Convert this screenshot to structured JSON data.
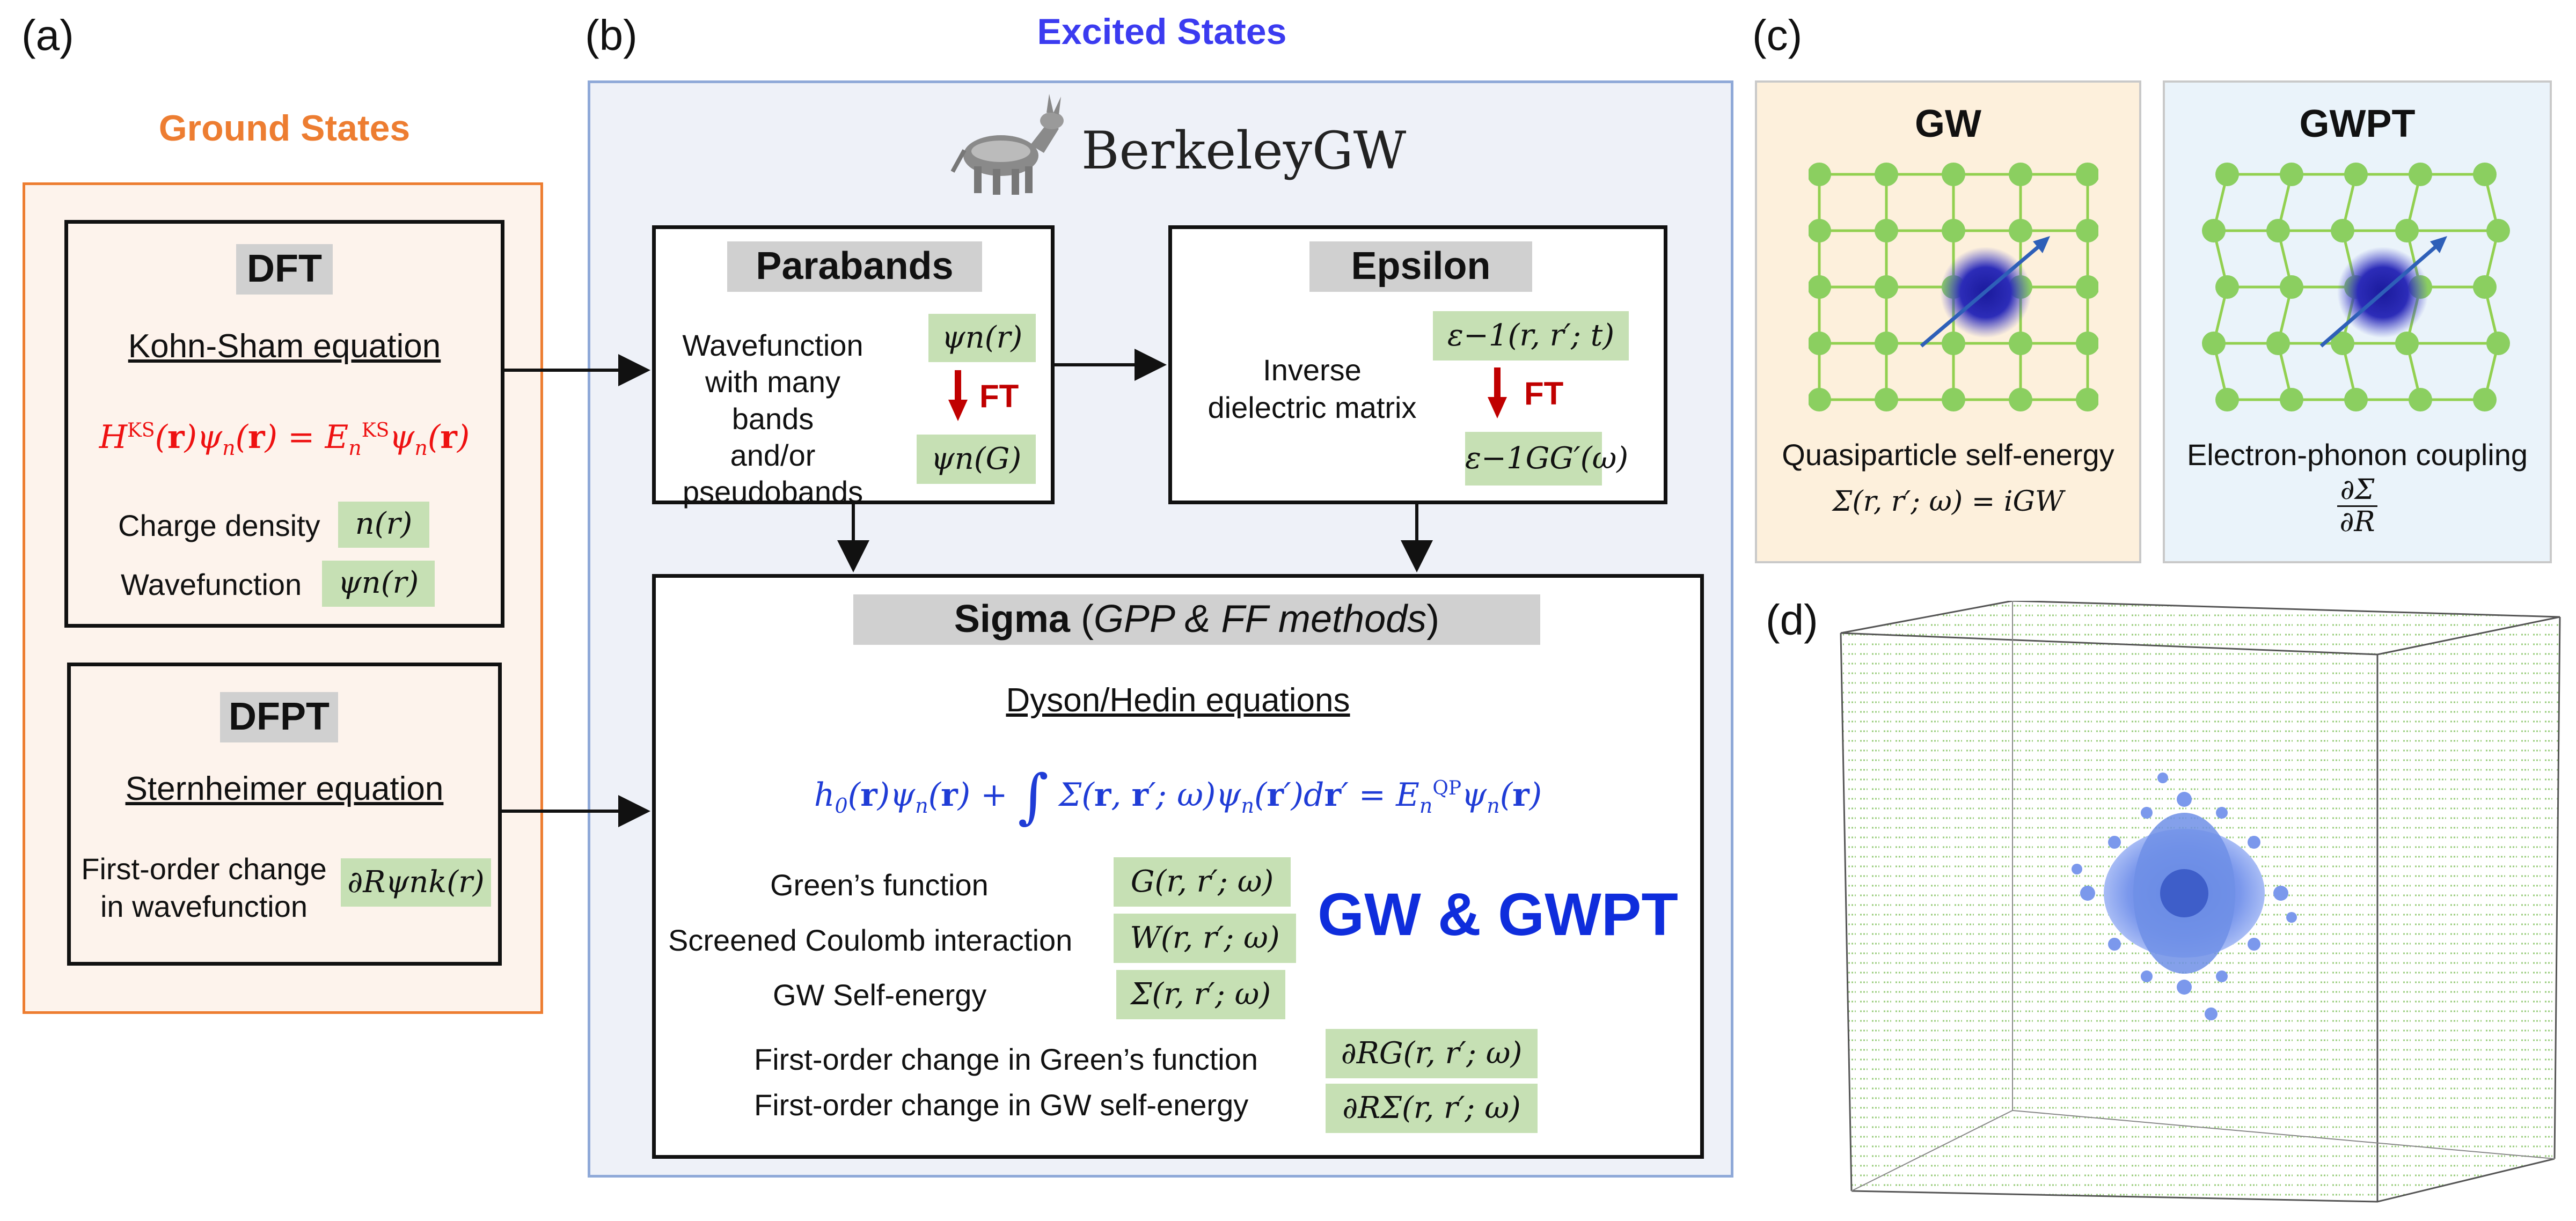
{
  "panels": {
    "a": "(a)",
    "b": "(b)",
    "c": "(c)",
    "d": "(d)"
  },
  "ground": {
    "title": "Ground States",
    "dft": {
      "tag": "DFT",
      "equation_title": "Kohn-Sham equation",
      "equation": "H^KS(r)ψn(r) = En^KS ψn(r)",
      "charge_label": "Charge density",
      "charge_value": "n(r)",
      "wave_label": "Wavefunction",
      "wave_value": "ψn(r)"
    },
    "dfpt": {
      "tag": "DFPT",
      "equation_title": "Sternheimer equation",
      "change_label_1": "First-order change",
      "change_label_2": "in wavefunction",
      "change_value": "∂Rψnk(r)"
    }
  },
  "excited": {
    "title": "Excited States",
    "logo_text": "BerkeleyGW",
    "parabands": {
      "tag": "Parabands",
      "desc": [
        "Wavefunction",
        "with many bands",
        "and/or",
        "pseudobands"
      ],
      "val1": "ψn(r)",
      "ft": "FT",
      "val2": "ψn(G)"
    },
    "epsilon": {
      "tag": "Epsilon",
      "desc": [
        "Inverse",
        "dielectric matrix"
      ],
      "val1": "ε−1(r, r′; t)",
      "ft": "FT",
      "val2": "ε−1GG′(ω)"
    },
    "sigma": {
      "tag_bold": "Sigma",
      "tag_italic": "GPP & FF methods",
      "equation_title": "Dyson/Hedin equations",
      "equation": "h0(r)ψn(r) + ∫Σ(r, r′; ω)ψn(r′)dr′ = En^QP ψn(r)",
      "rows": [
        {
          "label": "Green’s function",
          "value": "G(r, r′; ω)"
        },
        {
          "label": "Screened Coulomb interaction",
          "value": "W(r, r′; ω)"
        },
        {
          "label": "GW Self-energy",
          "value": "Σ(r, r′; ω)"
        }
      ],
      "big_label": "GW & GWPT",
      "rows2": [
        {
          "label": "First-order change in Green’s function",
          "value": "∂RG(r, r′; ω)"
        },
        {
          "label": "First-order change in GW self-energy",
          "value": "∂RΣ(r, r′; ω)"
        }
      ]
    }
  },
  "panel_c": {
    "gw": {
      "title": "GW",
      "caption": "Quasiparticle self-energy",
      "formula": "Σ(r, r′; ω) = iGW"
    },
    "gwpt": {
      "title": "GWPT",
      "caption": "Electron-phonon coupling",
      "formula_num": "∂Σ",
      "formula_den": "∂R"
    }
  },
  "colors": {
    "orange": "#ed7d31",
    "blue_title": "#3b3bf0",
    "ground_bg": "#fdf3ec",
    "excited_bg": "#eef1f8",
    "gw_bg": "#fdf0dc",
    "gwpt_bg": "#eaf3fa",
    "green_box": "#c6e0b4",
    "lattice": "#92d050",
    "equation_red": "#ee1111",
    "equation_blue": "#1f3cd6"
  }
}
